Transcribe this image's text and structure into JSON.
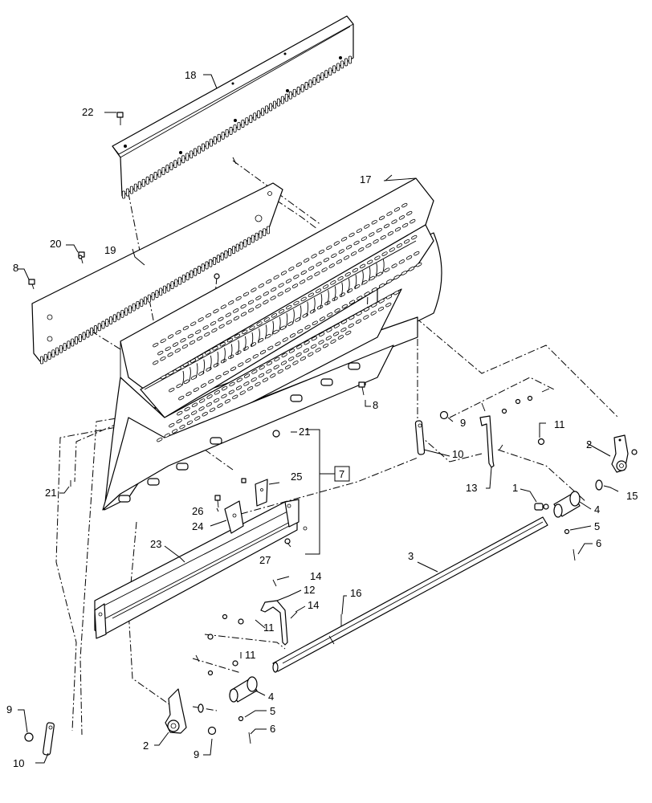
{
  "callouts": {
    "c1": "1",
    "c2a": "2",
    "c2b": "2",
    "c3": "3",
    "c4a": "4",
    "c4b": "4",
    "c5a": "5",
    "c5b": "5",
    "c6a": "6",
    "c6b": "6",
    "c7": "7",
    "c8a": "8",
    "c8b": "8",
    "c9a": "9",
    "c9b": "9",
    "c9c": "9",
    "c10a": "10",
    "c10b": "10",
    "c11a": "11",
    "c11b": "11",
    "c11c": "11",
    "c12": "12",
    "c13": "13",
    "c14a": "14",
    "c14b": "14",
    "c15": "15",
    "c16": "16",
    "c17": "17",
    "c18": "18",
    "c19": "19",
    "c20": "20",
    "c21a": "21",
    "c21b": "21",
    "c22": "22",
    "c23": "23",
    "c24": "24",
    "c25": "25",
    "c26": "26",
    "c27": "27"
  },
  "colors": {
    "line": "#000000",
    "paper": "#ffffff"
  }
}
